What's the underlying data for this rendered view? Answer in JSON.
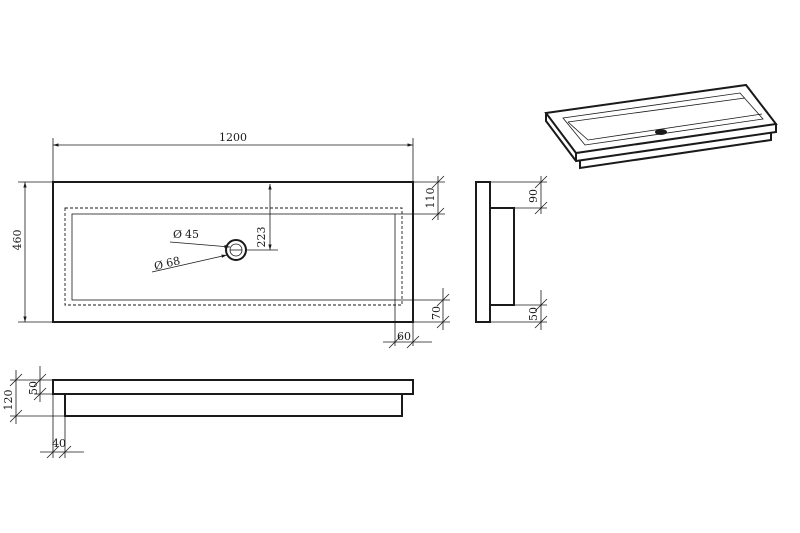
{
  "drawing": {
    "dimensions": {
      "total_length": "1200",
      "total_width": "460",
      "rim_top": "110",
      "drain_offset": "223",
      "drain_inner_dia": "45",
      "drain_outer_dia": "68",
      "basin_depth_bottom": "70",
      "rim_side": "60",
      "side_height": "90",
      "side_step": "50",
      "front_total_height": "120",
      "front_rim_height": "50",
      "front_step": "40"
    },
    "diameter_symbol": "Ø"
  }
}
